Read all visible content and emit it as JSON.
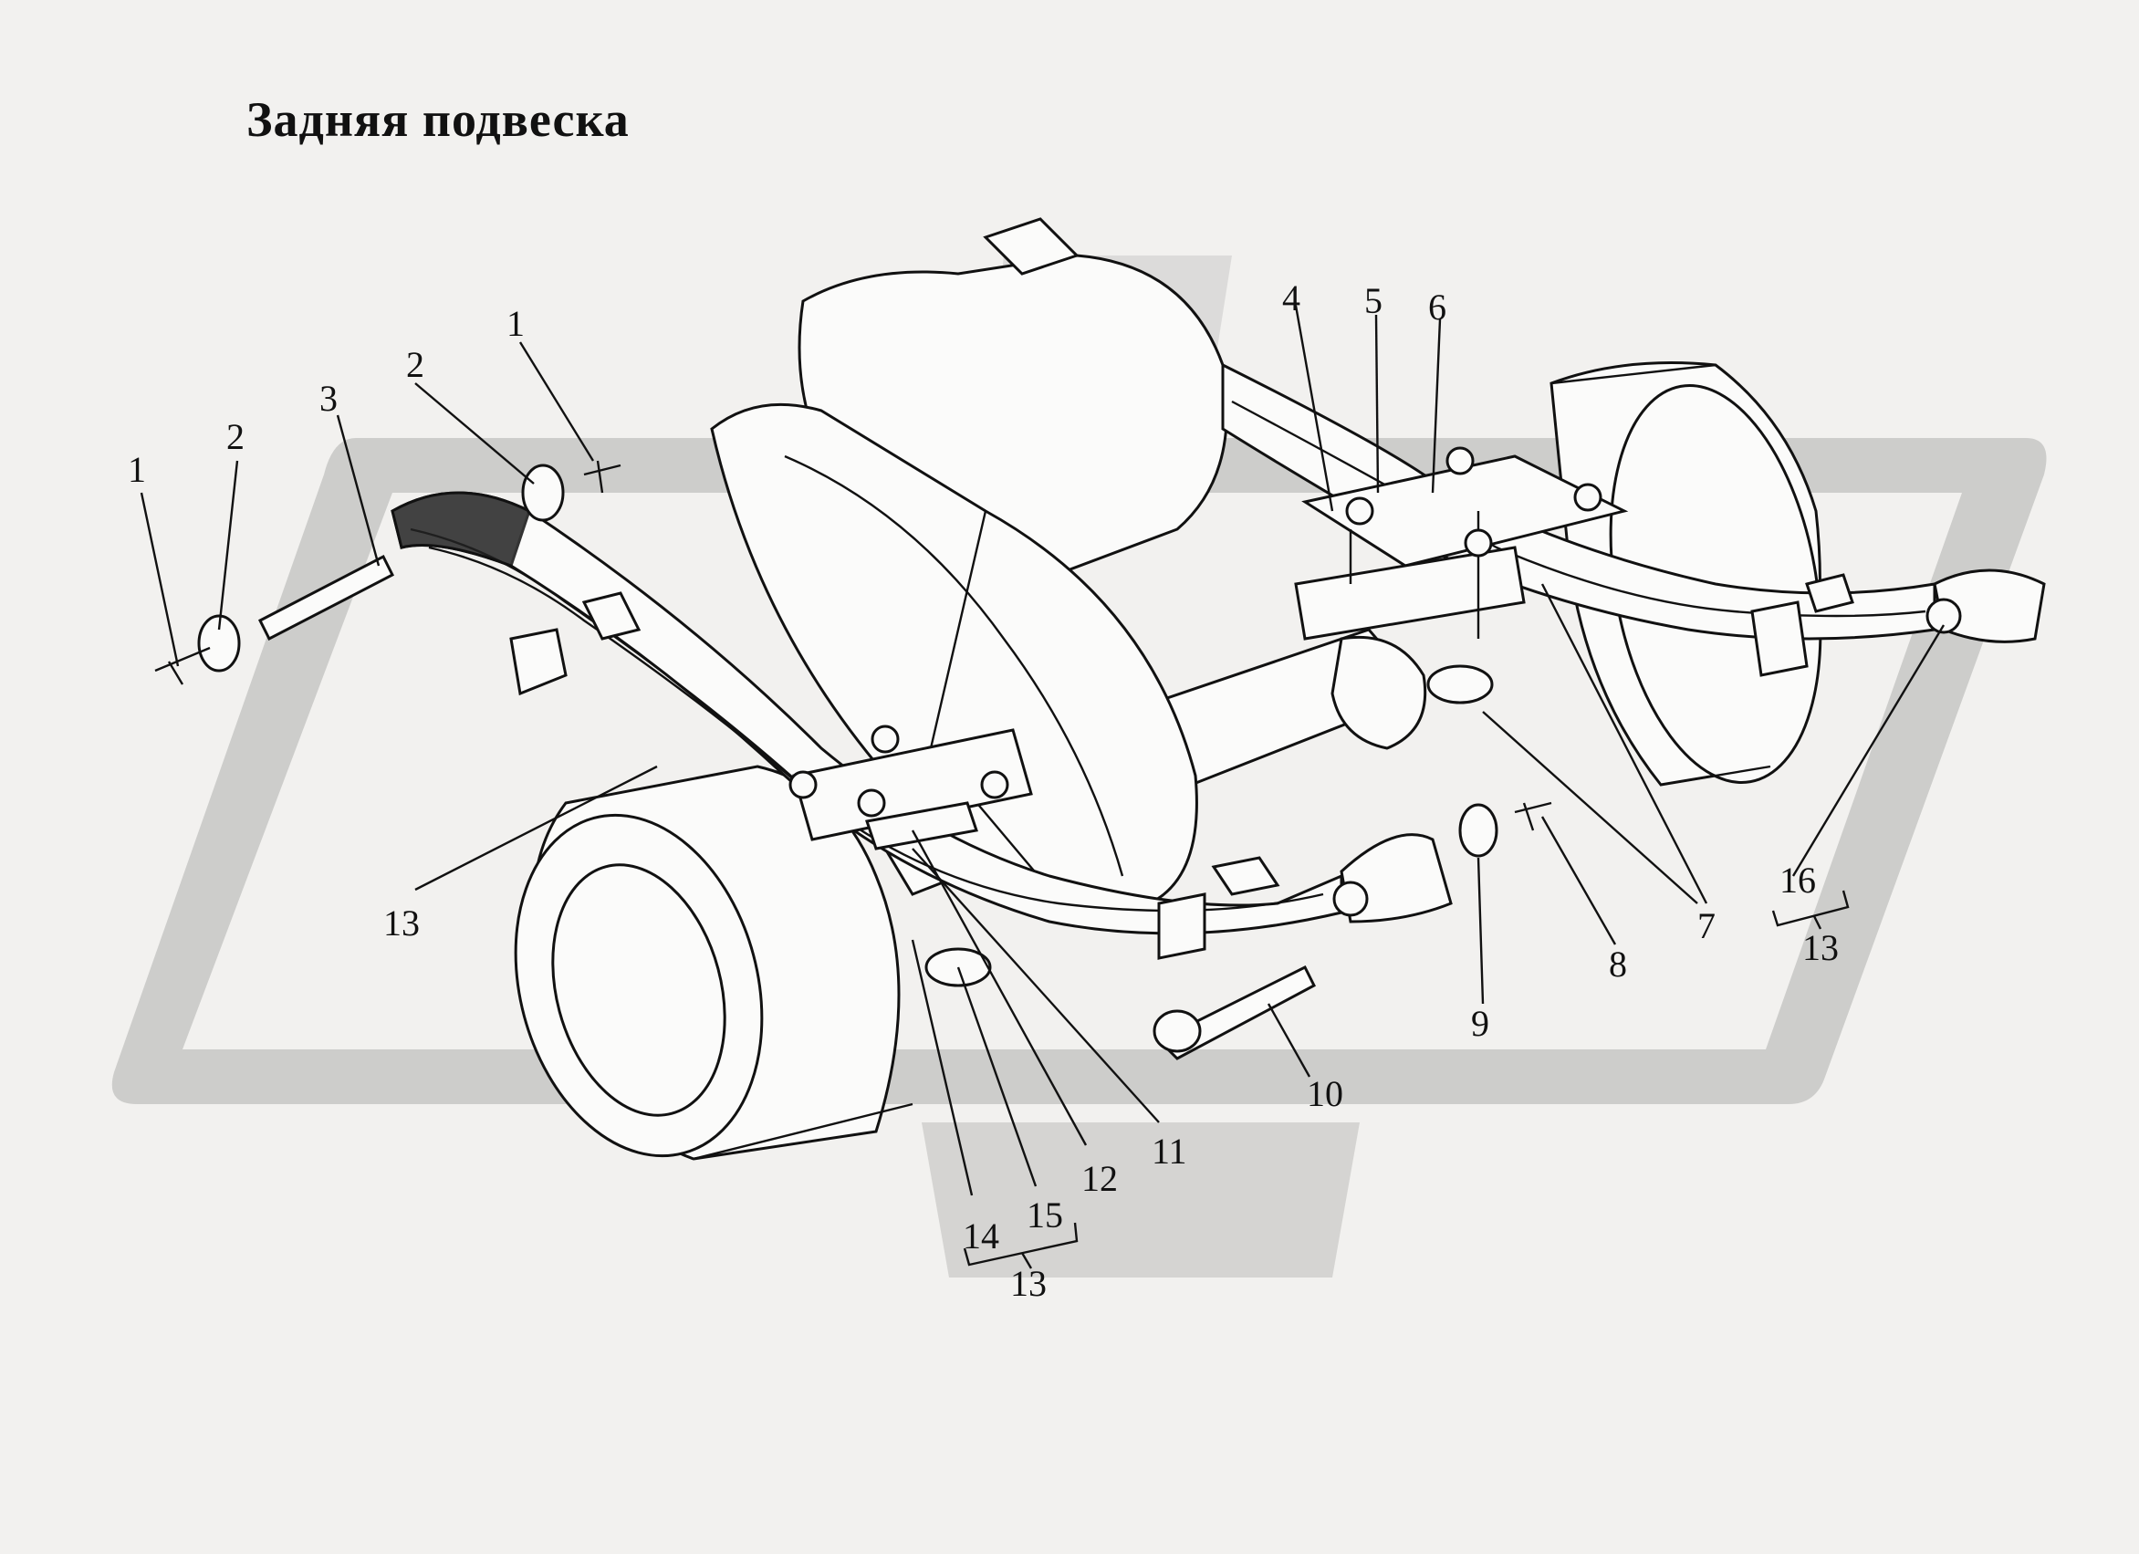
{
  "title": "Задняя подвеска",
  "callouts": [
    {
      "id": "c1a",
      "text": "1"
    },
    {
      "id": "c2a",
      "text": "2"
    },
    {
      "id": "c3",
      "text": "3"
    },
    {
      "id": "c2b",
      "text": "2"
    },
    {
      "id": "c1b",
      "text": "1"
    },
    {
      "id": "c4",
      "text": "4"
    },
    {
      "id": "c5",
      "text": "5"
    },
    {
      "id": "c6",
      "text": "6"
    },
    {
      "id": "c7",
      "text": "7"
    },
    {
      "id": "c8",
      "text": "8"
    },
    {
      "id": "c9",
      "text": "9"
    },
    {
      "id": "c10",
      "text": "10"
    },
    {
      "id": "c11",
      "text": "11"
    },
    {
      "id": "c12",
      "text": "12"
    },
    {
      "id": "c13a",
      "text": "13"
    },
    {
      "id": "c14",
      "text": "14"
    },
    {
      "id": "c15",
      "text": "15"
    },
    {
      "id": "c13b",
      "text": "13"
    },
    {
      "id": "c16",
      "text": "16"
    },
    {
      "id": "c13c",
      "text": "13"
    }
  ]
}
